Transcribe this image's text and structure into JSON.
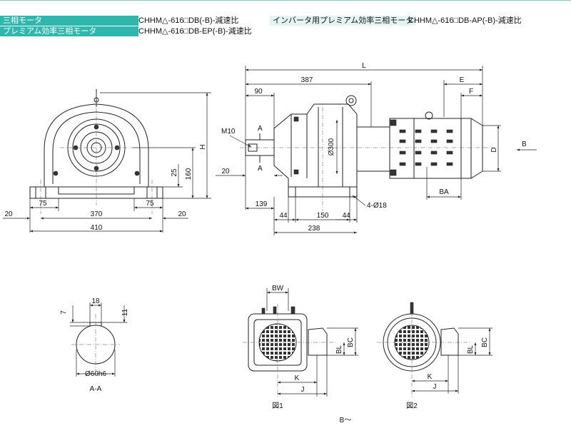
{
  "header": {
    "row1_tag": "三相モータ",
    "row1_model": "CHHM△-616□DB(-B)-減速比",
    "row1_tag2": "インバータ用プレミアム効率三相モータ",
    "row1_model2": "CHHM△-616□DB-AP(-B)-減速比",
    "row2_tag": "プレミアム効率三相モータ",
    "row2_model": "CHHM△-616□DB-EP(-B)-減速比"
  },
  "front_view": {
    "dim_H": "H",
    "dim_160": "160",
    "dim_25": "25",
    "dim_75_left": "75",
    "dim_75_right": "75",
    "dim_370": "370",
    "dim_20_left": "20",
    "dim_20_right": "20",
    "dim_410": "410"
  },
  "side_view": {
    "dim_L": "L",
    "dim_387": "387",
    "dim_E": "E",
    "dim_90": "90",
    "dim_F": "F",
    "label_M10": "M10",
    "label_A_top": "A",
    "label_A_bottom": "A",
    "dim_dia300": "Ø300",
    "dim_D": "D",
    "label_B": "B",
    "dim_20": "20",
    "dim_BA": "BA",
    "dim_139": "139",
    "hole_label": "4-Ø18",
    "dim_44_left": "44",
    "dim_150": "150",
    "dim_44_right": "44",
    "dim_238": "238"
  },
  "section_aa": {
    "dim_18": "18",
    "dim_7": "7",
    "dim_11": "11",
    "dim_shaft": "Ø60h6",
    "caption": "A-A"
  },
  "fig1": {
    "dim_BW": "BW",
    "dim_BC": "BC",
    "dim_BL": "BL",
    "dim_K": "K",
    "dim_J": "J",
    "caption": "図1"
  },
  "fig2": {
    "dim_BC": "BC",
    "dim_BL": "BL",
    "dim_K": "K",
    "dim_J": "J",
    "caption": "図2"
  },
  "view_caption": "B〜"
}
